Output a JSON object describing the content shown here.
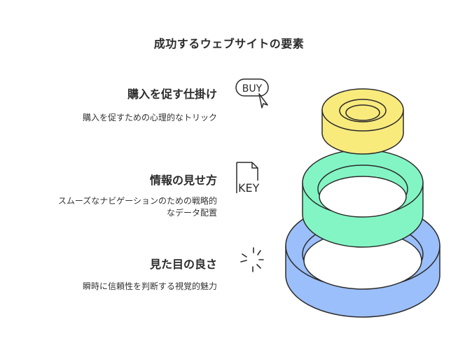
{
  "title": "成功するウェブサイトの要素",
  "items": [
    {
      "title": "購入を促す仕掛け",
      "description": [
        "購入を促すための心理的なトリック"
      ],
      "icon": "buy-cursor-icon",
      "icon_text": "BUY",
      "ring_color": "#f9ea7c"
    },
    {
      "title": "情報の見せ方",
      "description": [
        "スムーズなナビゲーションのための戦略的",
        "なデータ配置"
      ],
      "icon": "key-document-icon",
      "icon_text": "KEY",
      "ring_color": "#83f5c4"
    },
    {
      "title": "見た目の良さ",
      "description": [
        "瞬時に信頼性を判断する視覚的魅力"
      ],
      "icon": "sparkle-icon",
      "icon_text": "",
      "ring_color": "#9bbffa"
    }
  ],
  "colors": {
    "outline": "#2b2b2b",
    "yellow": "#f9ea7c",
    "green": "#83f5c4",
    "blue": "#9bbffa"
  }
}
